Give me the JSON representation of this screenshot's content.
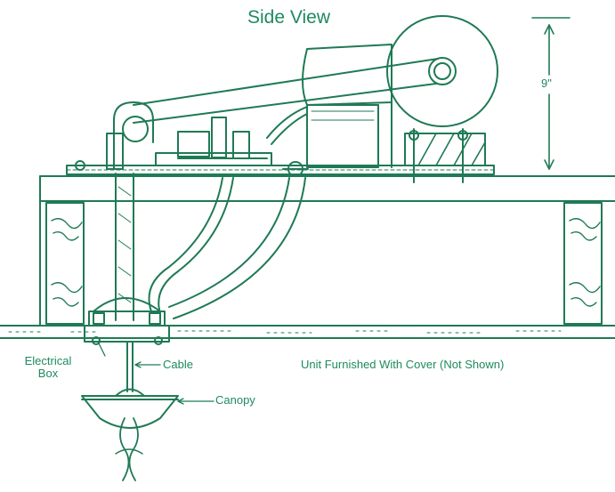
{
  "title": "Side View",
  "dimension": "9\"",
  "labels": {
    "electrical_box_line1": "Electrical",
    "electrical_box_line2": "Box",
    "cable": "Cable",
    "canopy": "Canopy",
    "cover_note": "Unit Furnished With Cover (Not Shown)"
  },
  "colors": {
    "line": "#1f7a55",
    "text": "#1f8a5f",
    "background": "#ffffff"
  }
}
